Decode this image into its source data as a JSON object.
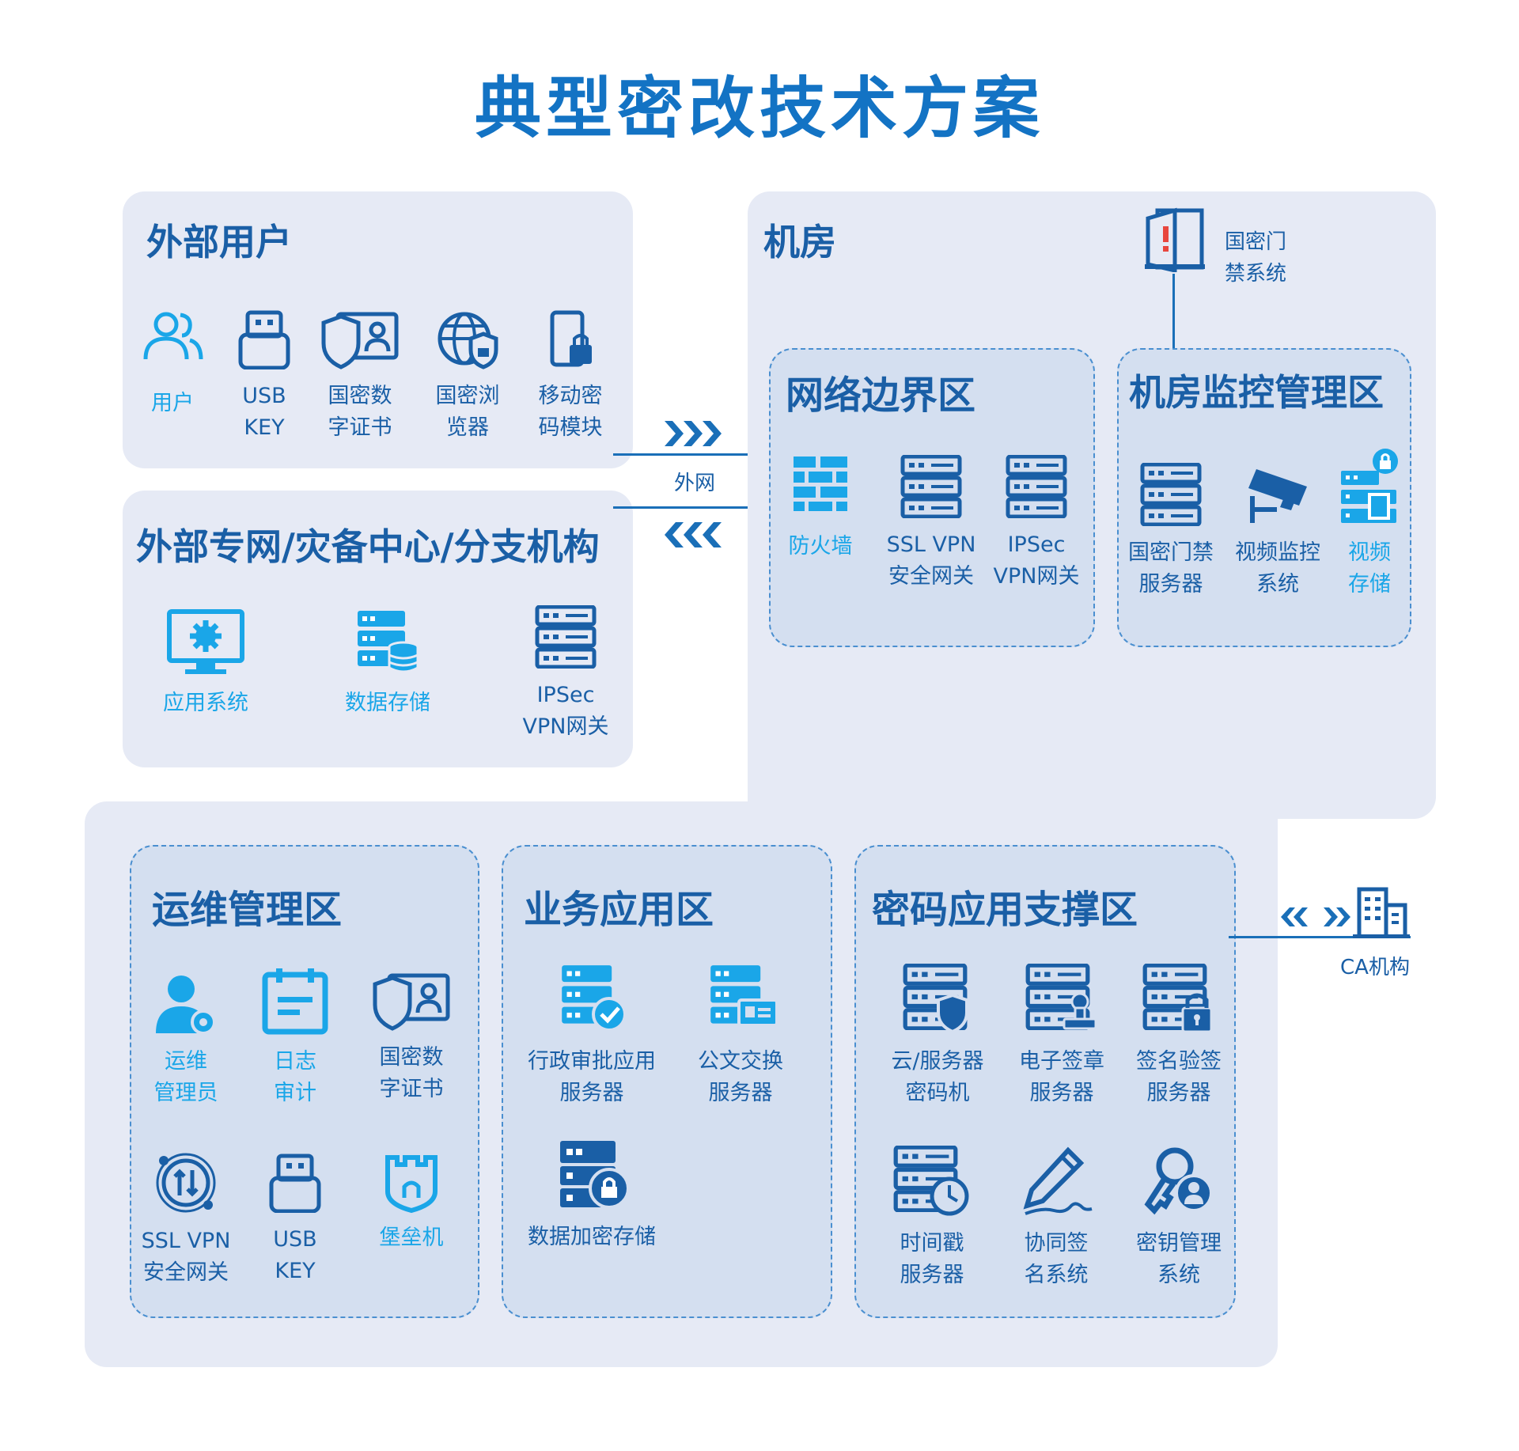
{
  "title": "典型密改技术方案",
  "colors": {
    "primary": "#1a5fa6",
    "accent": "#1aa6e8",
    "panel": "#e6eaf5",
    "zone": "#d4dff0"
  },
  "external_users": {
    "title": "外部用户",
    "items": [
      {
        "label": "用户",
        "icon": "users-icon"
      },
      {
        "label": "USB\nKEY",
        "icon": "usb-key-icon"
      },
      {
        "label": "国密数\n字证书",
        "icon": "certificate-icon"
      },
      {
        "label": "国密浏\n览器",
        "icon": "secure-browser-icon"
      },
      {
        "label": "移动密\n码模块",
        "icon": "mobile-lock-icon"
      }
    ]
  },
  "external_network": {
    "title": "外部专网/灾备中心/分支机构",
    "items": [
      {
        "label": "应用系统",
        "icon": "app-system-icon"
      },
      {
        "label": "数据存储",
        "icon": "data-storage-icon"
      },
      {
        "label": "IPSec\nVPN网关",
        "icon": "server-icon"
      }
    ]
  },
  "link_label": "外网",
  "machine_room": {
    "title": "机房",
    "door_label": "国密门\n禁系统",
    "boundary": {
      "title": "网络边界区",
      "items": [
        {
          "label": "防火墙",
          "icon": "firewall-icon"
        },
        {
          "label": "SSL VPN\n安全网关",
          "icon": "server-icon"
        },
        {
          "label": "IPSec\nVPN网关",
          "icon": "server-icon"
        }
      ]
    },
    "monitor": {
      "title": "机房监控管理区",
      "items": [
        {
          "label": "国密门禁\n服务器",
          "icon": "server-icon"
        },
        {
          "label": "视频监控\n系统",
          "icon": "camera-icon"
        },
        {
          "label": "视频\n存储",
          "icon": "video-storage-icon"
        }
      ]
    }
  },
  "ops": {
    "title": "运维管理区",
    "items": [
      {
        "label": "运维\n管理员",
        "icon": "admin-icon"
      },
      {
        "label": "日志\n审计",
        "icon": "calendar-icon"
      },
      {
        "label": "国密数\n字证书",
        "icon": "certificate-icon"
      },
      {
        "label": "SSL VPN\n安全网关",
        "icon": "ssl-gateway-icon"
      },
      {
        "label": "USB\nKEY",
        "icon": "usb-key-icon"
      },
      {
        "label": "堡垒机",
        "icon": "bastion-icon"
      }
    ]
  },
  "business": {
    "title": "业务应用区",
    "items": [
      {
        "label": "行政审批应用\n服务器",
        "icon": "server-check-icon"
      },
      {
        "label": "公文交换\n服务器",
        "icon": "server-id-icon"
      },
      {
        "label": "数据加密存储",
        "icon": "encrypted-storage-icon"
      }
    ]
  },
  "crypto": {
    "title": "密码应用支撑区",
    "items": [
      {
        "label": "云/服务器\n密码机",
        "icon": "server-shield-icon"
      },
      {
        "label": "电子签章\n服务器",
        "icon": "server-stamp-icon"
      },
      {
        "label": "签名验签\n服务器",
        "icon": "server-lock-icon"
      },
      {
        "label": "时间戳\n服务器",
        "icon": "server-clock-icon"
      },
      {
        "label": "协同签\n名系统",
        "icon": "pen-icon"
      },
      {
        "label": "密钥管理\n系统",
        "icon": "key-icon"
      }
    ]
  },
  "ca_label": "CA机构"
}
